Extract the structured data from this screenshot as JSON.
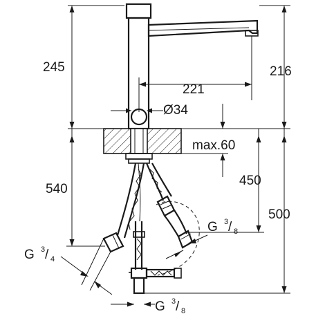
{
  "dimensions": {
    "height_245": "245",
    "spout_221": "221",
    "height_216": "216",
    "diameter_34": "Ø34",
    "max_60": "max.60",
    "hose_540": "540",
    "hose_450": "450",
    "total_500": "500"
  },
  "threads": {
    "left": {
      "base": "G",
      "numerator": "3",
      "denominator": "4"
    },
    "right": {
      "base": "G",
      "numerator": "3",
      "denominator": "8"
    },
    "bottom": {
      "base": "G",
      "numerator": "3",
      "denominator": "8"
    }
  }
}
